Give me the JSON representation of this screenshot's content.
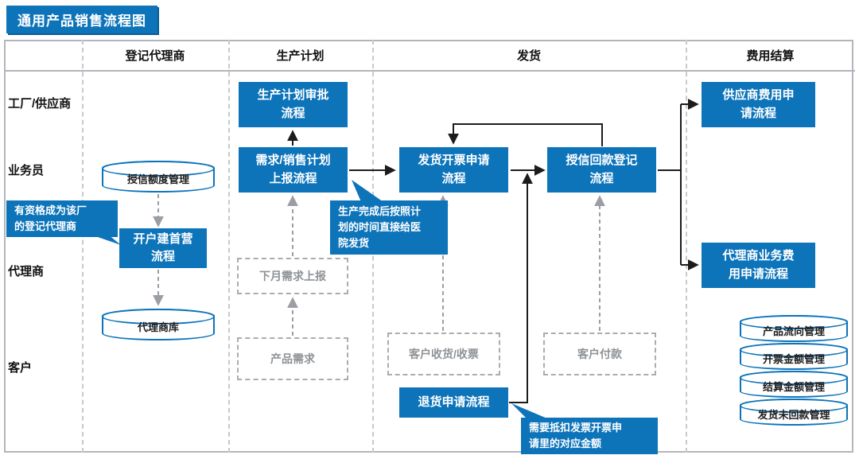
{
  "title": "通用产品销售流程图",
  "columns": [
    "登记代理商",
    "生产计划",
    "发货",
    "费用结算"
  ],
  "rows": [
    "工厂/供应商",
    "业务员",
    "代理商",
    "客户"
  ],
  "process": {
    "plan_approval": "生产计划审批\n流程",
    "demand_report": "需求/销售计划\n上报流程",
    "ship_invoice": "发货开票申请\n流程",
    "credit_return": "授信回款登记\n流程",
    "supplier_fee": "供应商费用申\n请流程",
    "agent_fee": "代理商业务费\n用申请流程",
    "open_account": "开户建首营\n流程",
    "return_apply": "退货申请流程"
  },
  "datastores": {
    "credit_limit": "授信额度管理",
    "agent_db": "代理商库",
    "product_flow": "产品流向管理",
    "invoice_amount": "开票金额管理",
    "settle_amount": "结算金额管理",
    "unpaid_ship": "发货未回款管理"
  },
  "external": {
    "next_month_demand": "下月需求上报",
    "product_demand": "产品需求",
    "customer_receive": "客户收货/收票",
    "customer_pay": "客户付款"
  },
  "callouts": {
    "agent_qualify": "有资格成为该厂\n的登记代理商",
    "direct_ship": "生产完成后按照计\n划的时间直接给医\n院发货",
    "deduct_invoice": "需要抵扣发票开票申\n请里的对应金额"
  },
  "colors": {
    "primary_blue": "#0d74ba",
    "dashed_gray": "#a9adb0",
    "arrow_black": "#1c1c1c",
    "arrow_gray": "#9b9fa3"
  }
}
